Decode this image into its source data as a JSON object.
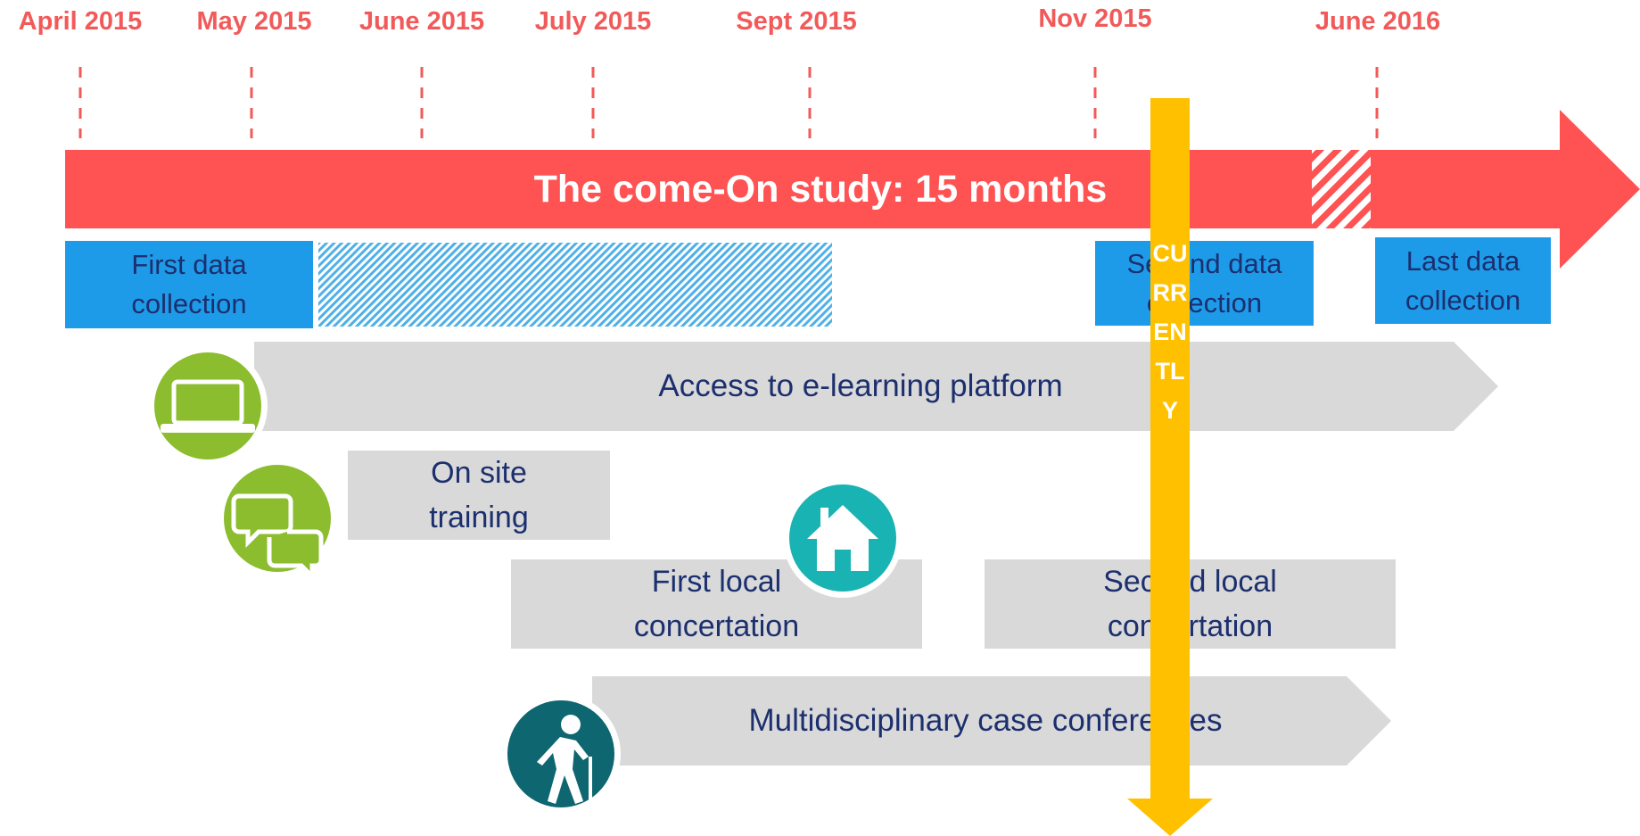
{
  "timeline": {
    "dates": [
      "April 2015",
      "May 2015",
      "June 2015",
      "July 2015",
      "Sept 2015",
      "Nov 2015",
      "June 2016"
    ],
    "main_arrow_title": "The come-On study: 15 months",
    "currently_label": "CURRENTLY"
  },
  "data_collections": {
    "first": "First data collection",
    "second": "Second data collection",
    "last": "Last data collection"
  },
  "activities": {
    "elearning": "Access to e-learning platform",
    "onsite_training": "On site training",
    "first_local": "First local concertation",
    "second_local": "Second local concertation",
    "case_conferences": "Multidisciplinary case conferences"
  },
  "icons": [
    "laptop-icon",
    "chat-bubbles-icon",
    "house-icon",
    "elderly-person-icon"
  ],
  "colors": {
    "timeline_red": "#ff5252",
    "date_red": "#f25a5a",
    "data_blue": "#1e9be8",
    "activity_grey": "#d9d9d9",
    "text_navy": "#1c2f6e",
    "currently_yellow": "#ffc000",
    "icon_green": "#8bbd2e",
    "icon_teal": "#1ab3b3",
    "icon_dark_teal": "#0d6670"
  }
}
